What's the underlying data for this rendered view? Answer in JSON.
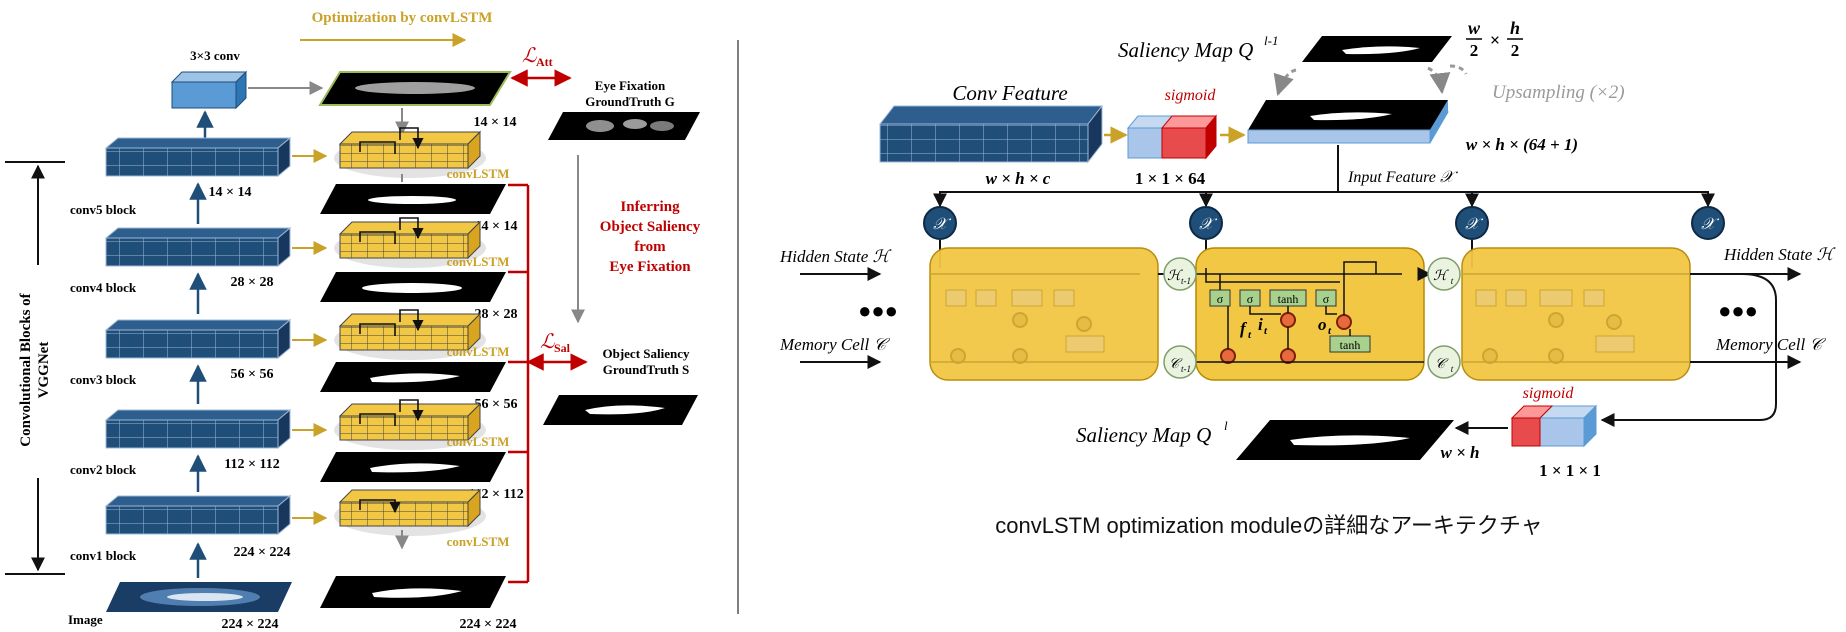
{
  "left": {
    "top_arrow_label": "Optimization by convLSTM",
    "conv3x3_label": "3×3 conv",
    "loss_att_main": "ℒ",
    "loss_att_sub": "Att",
    "loss_sal_main": "ℒ",
    "loss_sal_sub": "Sal",
    "eye_fix_line1": "Eye Fixation",
    "eye_fix_line2": "GroundTruth G",
    "infer_line1": "Inferring",
    "infer_line2": "Object Saliency",
    "infer_line3": "from",
    "infer_line4": "Eye Fixation",
    "obj_sal_line1": "Object Saliency",
    "obj_sal_line2": "GroundTruth S",
    "vertical_line1": "Convolutional Blocks of",
    "vertical_line2": "VGGNet",
    "image_label": "Image",
    "blocks": [
      {
        "name": "conv5 block",
        "size": "14 × 14",
        "map_size": "14 × 14"
      },
      {
        "name": "conv4 block",
        "size": "28 × 28",
        "map_size": "14 × 14"
      },
      {
        "name": "conv3 block",
        "size": "56 × 56",
        "map_size": "28 × 28"
      },
      {
        "name": "conv2 block",
        "size": "112 × 112",
        "map_size": "56 × 56"
      },
      {
        "name": "conv1 block",
        "size": "224 × 224",
        "map_size": "112 × 112"
      }
    ],
    "convlstm_label": "convLSTM",
    "image_size": "224 × 224",
    "final_map_size": "224 × 224"
  },
  "right": {
    "saliency_top_label": "Saliency Map Q",
    "saliency_top_sup": "l-1",
    "frac_w": "w",
    "frac_h": "h",
    "frac_den": "2",
    "times": "×",
    "conv_feature_label": "Conv Feature",
    "sigmoid_label": "sigmoid",
    "upsampling_label": "Upsampling (×2)",
    "concat_dims": "w × h × (64 + 1)",
    "conv_dims": "w × h × c",
    "sig_dims": "1 × 1 × 64",
    "input_feature_label": "Input Feature 𝒳",
    "x_symbol": "𝒳",
    "hidden_state_label": "Hidden State ℋ",
    "memory_cell_label": "Memory Cell 𝒞",
    "dots": "●●●",
    "sigma": "σ",
    "tanh": "tanh",
    "h_prev": "ℋ",
    "h_prev_sub": "t-1",
    "c_prev": "𝒞",
    "c_prev_sub": "t-1",
    "h_t": "ℋ",
    "h_t_sub": "t",
    "c_t": "𝒞",
    "c_t_sub": "t",
    "gate_f": "f",
    "gate_i": "i",
    "gate_o": "o",
    "gate_sub": "t",
    "saliency_bottom_label": "Saliency Map Q",
    "saliency_bottom_sup": "l",
    "wh_label": "w × h",
    "bottom_sig_dims": "1 × 1 × 1",
    "bottom_sigmoid": "sigmoid",
    "caption": "convLSTM optimization moduleの詳細なアーキテクチャ"
  },
  "colors": {
    "blue_dark": "#1f4e79",
    "gold_text": "#c9a227",
    "red": "#c00000",
    "lstm_yellow": "#f2c744",
    "gate_green": "#a9d18e"
  }
}
